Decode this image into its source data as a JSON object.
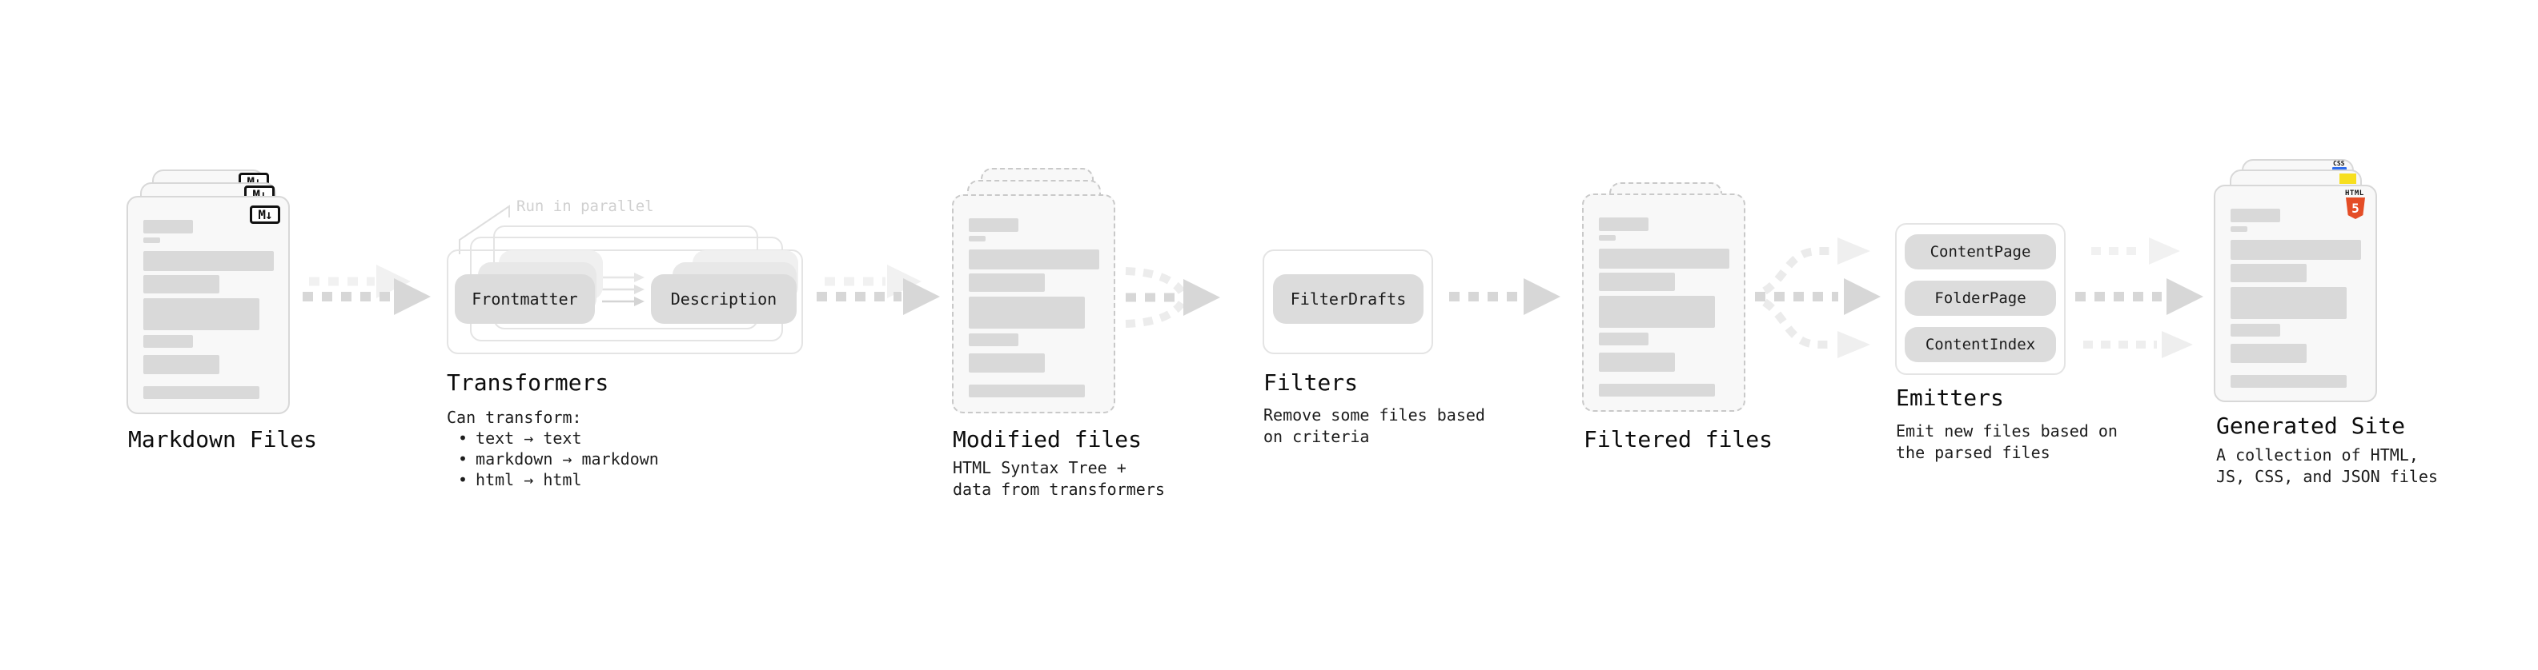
{
  "stages": {
    "markdown_files": {
      "label": "Markdown Files",
      "icon_text": "M↓"
    },
    "transformers": {
      "label": "Transformers",
      "parallel_note": "Run in parallel",
      "pill_frontmatter": "Frontmatter",
      "pill_description": "Description",
      "note_title": "Can transform:",
      "bullet": "•",
      "bullets": [
        "text → text",
        "markdown → markdown",
        "html → html"
      ]
    },
    "modified_files": {
      "label": "Modified files",
      "subtitle": "HTML Syntax Tree +\ndata from transformers"
    },
    "filters": {
      "label": "Filters",
      "pill": "FilterDrafts",
      "subtitle": "Remove some files based\non criteria"
    },
    "filtered_files": {
      "label": "Filtered files"
    },
    "emitters": {
      "label": "Emitters",
      "pills": [
        "ContentPage",
        "FolderPage",
        "ContentIndex"
      ],
      "subtitle": "Emit new files based on\nthe parsed files"
    },
    "generated_site": {
      "label": "Generated Site",
      "subtitle": "A collection of HTML,\nJS, CSS, and JSON files",
      "html5_word": "HTML",
      "html5_number": "5",
      "css_word": "CSS"
    }
  },
  "colors": {
    "html5_orange": "#e44d26",
    "js_yellow": "#f7df1e",
    "css_blue": "#2f6ded",
    "markdown_black": "#111111",
    "arrow_gray": "#d7d7d7",
    "arrow_ghost": "#f0f0f0"
  }
}
